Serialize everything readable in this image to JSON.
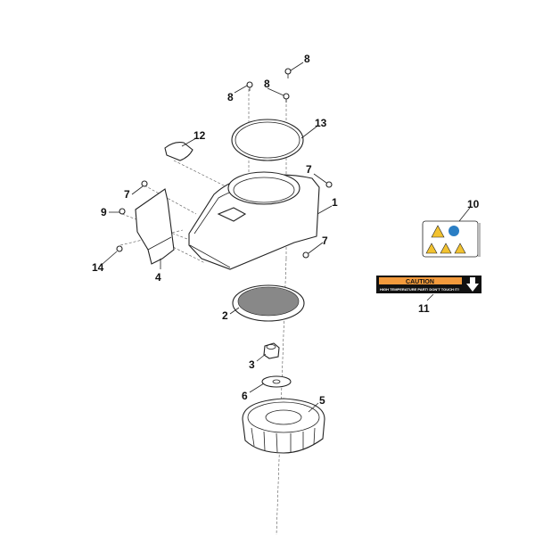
{
  "callouts": {
    "c8a": "8",
    "c8b": "8",
    "c8c": "8",
    "c13": "13",
    "c12": "12",
    "c7a": "7",
    "c1": "1",
    "c7b": "7",
    "c9": "9",
    "c7c": "7",
    "c14": "14",
    "c4": "4",
    "c2": "2",
    "c3": "3",
    "c6": "6",
    "c5": "5",
    "c10": "10",
    "c11": "11"
  },
  "caution_decal": {
    "heading": "CAUTION",
    "message": "HIGH TEMPERATURE PART! DON'T TOUCH IT!",
    "band_color": "#f39a3c"
  },
  "warning_decal": {
    "icons": [
      "warning-icon",
      "read-manual-icon",
      "hot-surface-icon",
      "hand-crush-icon",
      "hand-injury-icon"
    ],
    "warning_color": "#f2c230",
    "mandatory_color": "#2a7ec4"
  }
}
